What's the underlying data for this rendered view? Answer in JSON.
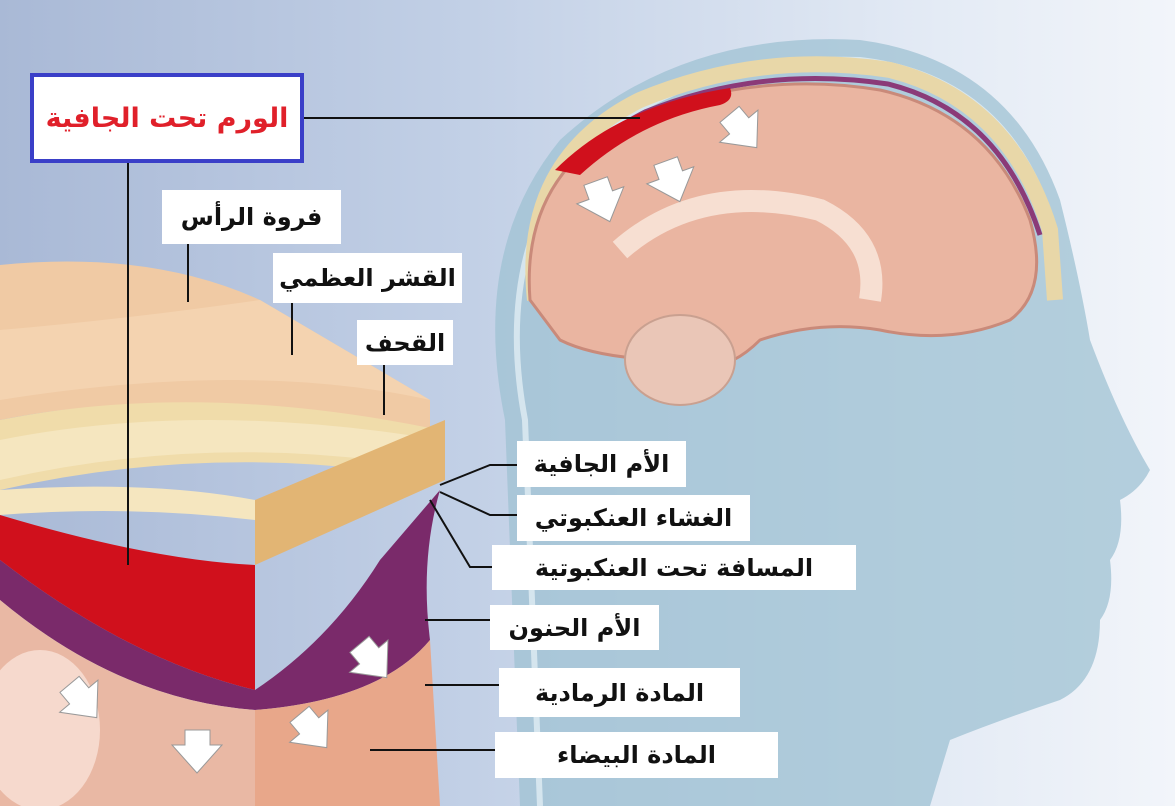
{
  "title": "الورم تحت الجافية",
  "labels": {
    "scalp": "فروة الرأس",
    "bone_cortex": "القشر العظمي",
    "skull": "القحف",
    "dura_mater": "الأم الجافية",
    "arachnoid": "الغشاء العنكبوتي",
    "subarachnoid_space": "المسافة تحت العنكبوتية",
    "pia_mater": "الأم الحنون",
    "grey_matter": "المادة الرمادية",
    "white_matter": "المادة البيضاء"
  },
  "colors": {
    "title_text": "#e0202a",
    "title_border": "#3a3fc8",
    "hematoma": "#d0101c"
  }
}
